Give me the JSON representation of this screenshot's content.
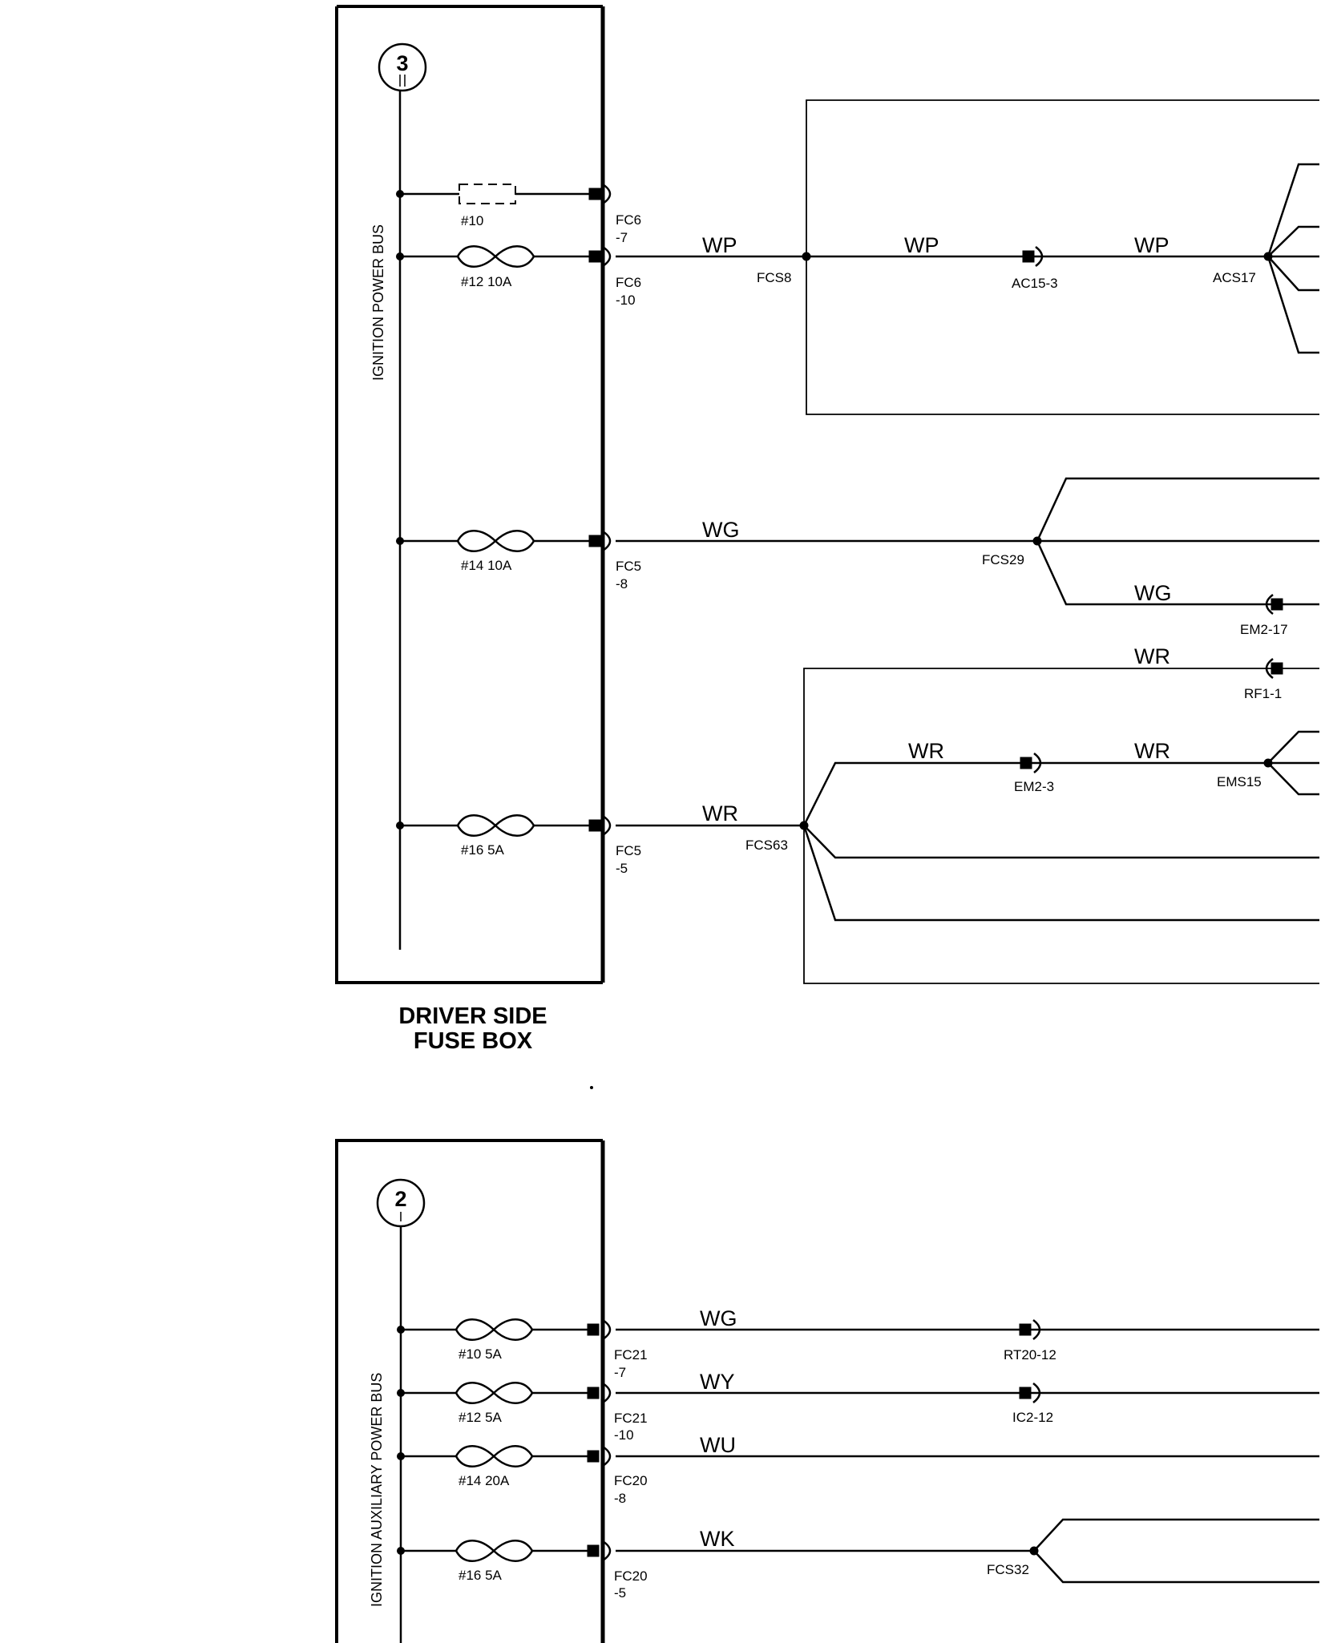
{
  "top_box": {
    "bus_number": "3",
    "bus_label": "IGNITION POWER BUS",
    "title_line1": "DRIVER SIDE",
    "title_line2": "FUSE BOX",
    "fuses": [
      {
        "name": "#10",
        "pin": [
          "FC6",
          "-7"
        ]
      },
      {
        "name": "#12 10A",
        "pin": [
          "FC6",
          "-10"
        ]
      },
      {
        "name": "#14 10A",
        "pin": [
          "FC5",
          "-8"
        ]
      },
      {
        "name": "#16 5A",
        "pin": [
          "FC5",
          "-5"
        ]
      }
    ]
  },
  "top_wires": {
    "wp1": "WP",
    "wp2": "WP",
    "wp3": "WP",
    "wg1": "WG",
    "wg2": "WG",
    "wr1": "WR",
    "wr2": "WR",
    "wr3": "WR",
    "wr4": "WR"
  },
  "top_splices": {
    "fcs8": "FCS8",
    "acs17": "ACS17",
    "fcs29": "FCS29",
    "ems15": "EMS15",
    "fcs63": "FCS63"
  },
  "top_connectors": {
    "ac15": "AC15-3",
    "em217": "EM2-17",
    "rf11": "RF1-1",
    "em23": "EM2-3"
  },
  "bottom_box": {
    "bus_number": "2",
    "bus_label": "IGNITION AUXILIARY POWER BUS",
    "fuses": [
      {
        "name": "#10 5A",
        "pin": [
          "FC21",
          "-7"
        ],
        "wire": "WG"
      },
      {
        "name": "#12 5A",
        "pin": [
          "FC21",
          "-10"
        ],
        "wire": "WY"
      },
      {
        "name": "#14 20A",
        "pin": [
          "FC20",
          "-8"
        ],
        "wire": "WU"
      },
      {
        "name": "#16 5A",
        "pin": [
          "FC20",
          "-5"
        ],
        "wire": "WK"
      }
    ]
  },
  "bottom_labels": {
    "rt20": "RT20-12",
    "ic2": "IC2-12",
    "fcs32": "FCS32"
  }
}
